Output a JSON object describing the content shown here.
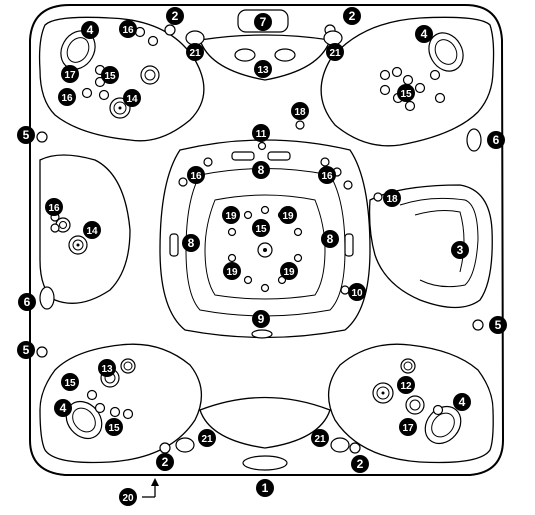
{
  "callouts": {
    "c1": "1",
    "c2a": "2",
    "c2b": "2",
    "c2c": "2",
    "c2d": "2",
    "c3": "3",
    "c4a": "4",
    "c4b": "4",
    "c4c": "4",
    "c4d": "4",
    "c5a": "5",
    "c5b": "5",
    "c5c": "5",
    "c6a": "6",
    "c6b": "6",
    "c7": "7",
    "c8a": "8",
    "c8b": "8",
    "c8c": "8",
    "c9": "9",
    "c10": "10",
    "c11": "11",
    "c12": "12",
    "c13a": "13",
    "c13b": "13",
    "c14a": "14",
    "c14b": "14",
    "c15a": "15",
    "c15b": "15",
    "c15c": "15",
    "c15d": "15",
    "c15e": "15",
    "c16a": "16",
    "c16b": "16",
    "c16c": "16",
    "c16d": "16",
    "c16e": "16",
    "c17a": "17",
    "c17b": "17",
    "c18a": "18",
    "c18b": "18",
    "c19a": "19",
    "c19b": "19",
    "c19c": "19",
    "c19d": "19",
    "c20": "20",
    "c21a": "21",
    "c21b": "21",
    "c21c": "21",
    "c21d": "21"
  }
}
